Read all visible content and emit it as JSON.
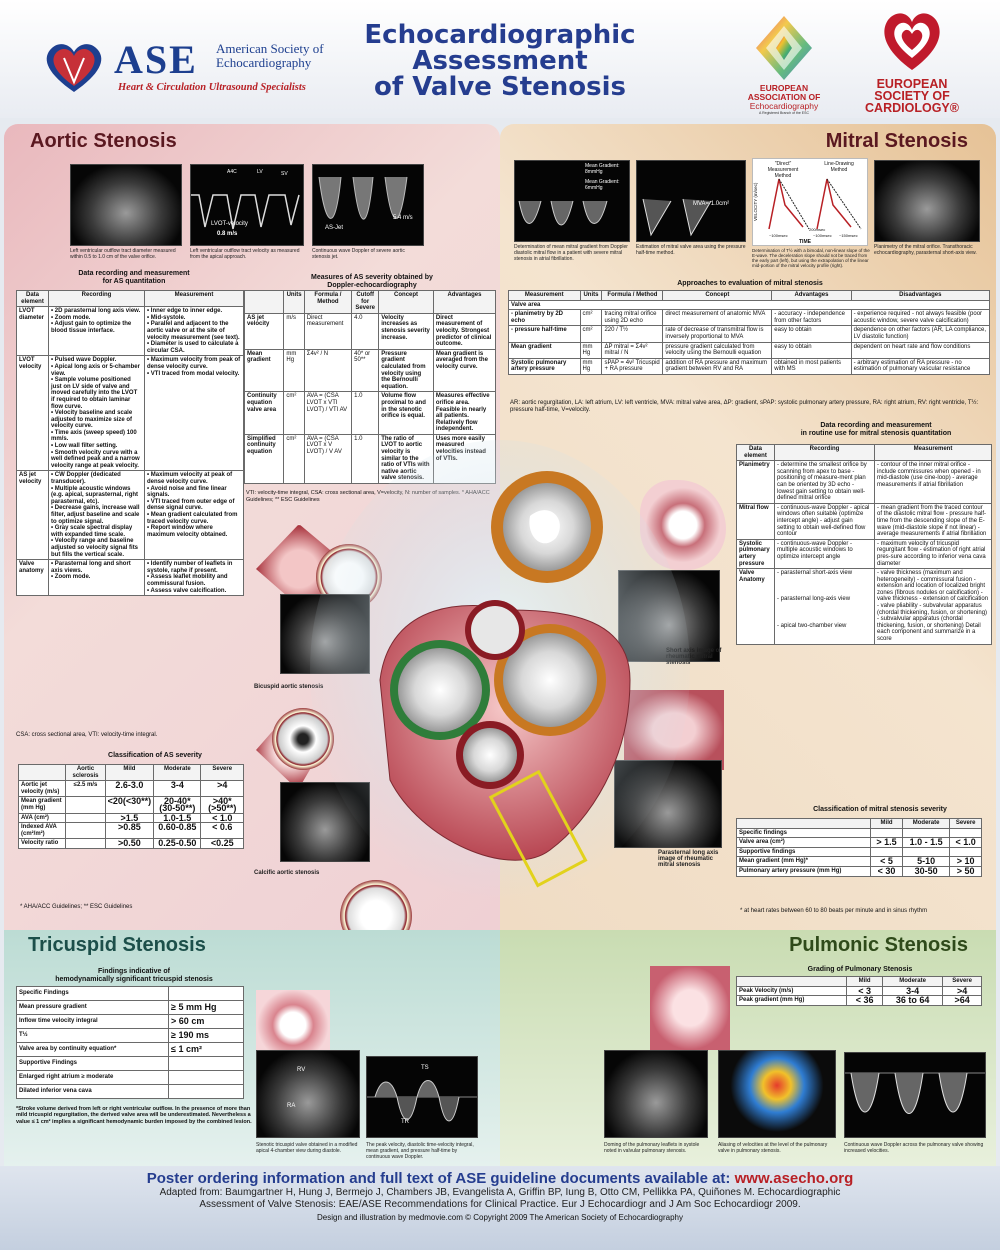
{
  "header": {
    "ase_abbrev": "ASE",
    "ase_name_l1": "American Society of",
    "ase_name_l2": "Echocardiography",
    "ase_tagline": "Heart & Circulation Ultrasound Specialists",
    "title_l1": "Echocardiographic",
    "title_l2": "Assessment",
    "title_l3": "of Valve Stenosis",
    "eae_l1": "EUROPEAN",
    "eae_l2": "ASSOCIATION OF",
    "eae_l3": "Echocardiography",
    "eae_sub": "A Registered Branch of the ESC",
    "esc_l1": "EUROPEAN",
    "esc_l2": "SOCIETY OF",
    "esc_l3": "CARDIOLOGY®",
    "colors": {
      "ase_blue": "#1d3f8f",
      "ase_red": "#b82025",
      "title": "#253d8f"
    }
  },
  "aortic": {
    "title": "Aortic Stenosis",
    "img_labels": {
      "a4c": "A4C",
      "lv": "LV",
      "sv": "SV",
      "lvot_vel": "LVOT-velocity",
      "lvot_val": "0.8 m/s",
      "as_jet": "AS-Jet",
      "jet_val": "5.4 m/s"
    },
    "captions": [
      "Left ventricular outflow tract diameter measured within 0.5 to 1.0 cm of the valve orifice.",
      "Left ventricular outflow tract velocity as measured from the apical approach.",
      "Continuous wave Doppler of severe aortic stenosis jet."
    ],
    "rec_title_l1": "Data recording and measurement",
    "rec_title_l2": "for AS quantitation",
    "rec_head": [
      "Data element",
      "Recording",
      "Measurement"
    ],
    "rec_rows": [
      {
        "el": "LVOT diameter",
        "rec": [
          "2D parasternal long axis view.",
          "Zoom mode.",
          "Adjust gain to optimize the blood tissue interface."
        ],
        "meas": [
          "Inner edge to inner edge.",
          "Mid-systole.",
          "Parallel and adjacent to the aortic valve or at the site of velocity measurement (see text).",
          "Diameter is used to calculate a circular CSA."
        ]
      },
      {
        "el": "LVOT velocity",
        "rec": [
          "Pulsed wave Doppler.",
          "Apical long axis or 5-chamber view.",
          "Sample volume positioned just on LV side of valve and moved carefully into the LVOT if required to obtain laminar flow curve.",
          "Velocity baseline and scale adjusted to maximize size of velocity curve.",
          "Time axis (sweep speed) 100 mm/s.",
          "Low wall filter setting.",
          "Smooth velocity curve with a well defined peak and a narrow velocity range at peak velocity."
        ],
        "meas": [
          "Maximum velocity from peak of dense velocity curve.",
          "VTI traced from modal velocity."
        ]
      },
      {
        "el": "AS jet velocity",
        "rec": [
          "CW Doppler (dedicated transducer).",
          "Multiple acoustic windows (e.g. apical, suprasternal, right parasternal, etc).",
          "Decrease gains, increase wall filter, adjust baseline and scale to optimize signal.",
          "Gray scale spectral display with expanded time scale.",
          "Velocity range and baseline adjusted so velocity signal fits but fills the vertical scale."
        ],
        "meas": [
          "Maximum velocity at peak of dense velocity curve.",
          "Avoid noise and fine linear signals.",
          "VTI traced from outer edge of dense signal curve.",
          "Mean gradient calculated from traced velocity curve.",
          "Report window where maximum velocity obtained."
        ]
      },
      {
        "el": "Valve anatomy",
        "rec": [
          "Parasternal long and short axis views.",
          "Zoom mode."
        ],
        "meas": [
          "Identify number of leaflets in systole, raphe if present.",
          "Assess leaflet mobility and commissural fusion.",
          "Assess valve calcification."
        ]
      }
    ],
    "rec_note": "CSA: cross sectional area, VTI: velocity-time integral.",
    "sev_meas_title_l1": "Measures of AS severity obtained by",
    "sev_meas_title_l2": "Doppler-echocardiography",
    "meas_head": [
      "",
      "Units",
      "Formula / Method",
      "Cutoff for Severe",
      "Concept",
      "Advantages"
    ],
    "meas_rows": [
      [
        "AS jet velocity",
        "m/s",
        "Direct measurement",
        "4.0",
        "Velocity increases as stenosis severity increase.",
        "Direct measurement of velocity. Strongest predictor of clinical outcome."
      ],
      [
        "Mean gradient",
        "mm Hg",
        "Σ4v² / N",
        "40* or 50**",
        "Pressure gradient calculated from velocity using the Bernoulli equation.",
        "Mean gradient is averaged from the velocity curve."
      ],
      [
        "Continuity equation valve area",
        "cm²",
        "AVA = (CSA LVOT x VTI LVOT) / VTI AV",
        "1.0",
        "Volume flow proximal to and in the stenotic orifice is equal.",
        "Measures effective orifice area. Feasible in nearly all patients. Relatively flow independent."
      ],
      [
        "Simplified continuity equation",
        "cm²",
        "AVA = (CSA LVOT x V LVOT) / V AV",
        "1.0",
        "The ratio of LVOT to aortic velocity is similar to the ratio of VTIs with native aortic valve stenosis.",
        "Uses more easily measured velocities instead of VTIs."
      ]
    ],
    "meas_note": "VTI: velocity-time integral, CSA: cross sectional area, V=velocity, N: number of samples. * AHA/ACC Guidelines; ** ESC Guidelines",
    "class_title": "Classification of AS severity",
    "class_head": [
      "",
      "Aortic sclerosis",
      "Mild",
      "Moderate",
      "Severe"
    ],
    "class_rows": [
      [
        "Aortic jet velocity (m/s)",
        "≤2.5 m/s",
        "2.6-3.0",
        "3-4",
        ">4"
      ],
      [
        "Mean gradient (mm Hg)",
        "",
        "<20(<30**)",
        "20-40*(30-50**)",
        ">40* (>50**)"
      ],
      [
        "AVA (cm²)",
        "",
        ">1.5",
        "1.0-1.5",
        "< 1.0"
      ],
      [
        "Indexed AVA (cm²/m²)",
        "",
        ">0.85",
        "0.60-0.85",
        "< 0.6"
      ],
      [
        "Velocity ratio",
        "",
        ">0.50",
        "0.25-0.50",
        "<0.25"
      ]
    ],
    "class_note": "* AHA/ACC Guidelines; ** ESC Guidelines",
    "bicuspid_label": "Bicuspid aortic stenosis",
    "calcific_label": "Calcific aortic stenosis"
  },
  "mitral": {
    "title": "Mitral Stenosis",
    "img_labels": {
      "mean_grad1": "Mean Gradient: 8mmHg",
      "mean_grad2": "Mean Gradient: 6mmHg",
      "mva": "MVA= 1.0cm²",
      "direct": "\"Direct\" Measurement Method",
      "line": "Line-Drawing Method",
      "vel_axis": "VELOCITY (m/sec)",
      "time_axis": "TIME",
      "t1": "~100msec",
      "t2": "200msec",
      "t3": "~100msec",
      "t4": "~150msec"
    },
    "captions": [
      "Determination of mean mitral gradient from Doppler diastolic mitral flow in a patient with severe mitral stenosis in atrial fibrillation.",
      "Estimation of mitral valve area using the pressure half-time method.",
      "Determination of T½ with a bimodal, non-linear slope of the E-wave. The deceleration slope should not be traced from the early part (left), but using the extrapolation of the linear mid-portion of the mitral velocity profile (right).",
      "Planimetry of the mitral orifice. Transthoracic echocardiography, parasternal short-axis view."
    ],
    "appr_title": "Approaches to evaluation of mitral stenosis",
    "appr_head": [
      "Measurement",
      "Units",
      "Formula / Method",
      "Concept",
      "Advantages",
      "Disadvantages"
    ],
    "appr_section": "Valve area",
    "appr_rows": [
      [
        "- planimetry by 2D echo",
        "cm²",
        "tracing mitral orifice using 2D echo",
        "direct measurement of anatomic MVA",
        "- accuracy - independence from other factors",
        "- experience required - not always feasible (poor acoustic window, severe valve calcification)"
      ],
      [
        "- pressure half-time",
        "cm²",
        "220 / T½",
        "rate of decrease of transmitral flow is inversely proportional to MVA",
        "easy to obtain",
        "dependence on other factors (AR, LA compliance, LV diastolic function)"
      ],
      [
        "Mean gradient",
        "mm Hg",
        "ΔP mitral = Σ4v² mitral / N",
        "pressure gradient calculated from velocity using the Bernoulli equation",
        "easy to obtain",
        "dependent on heart rate and flow conditions"
      ],
      [
        "Systolic pulmonary artery pressure",
        "mm Hg",
        "sPAP = 4v² Tricuspid + RA pressure",
        "addition of RA pressure and maximum gradient between RV and RA",
        "obtained in most patients with MS",
        "- arbitrary estimation of RA pressure - no estimation of pulmonary vascular resistance"
      ]
    ],
    "appr_note": "AR: aortic regurgitation, LA: left atrium, LV: left ventricle, MVA: mitral valve area, ΔP: gradient, sPAP: systolic pulmonary artery pressure, RA: right atrium, RV: right ventricle, T½: pressure half-time, V=velocity.",
    "rec_title_l1": "Data recording and measurement",
    "rec_title_l2": "in routine use for mitral stenosis quantitation",
    "rec_head": [
      "Data element",
      "Recording",
      "Measurement"
    ],
    "rec_rows": [
      {
        "el": "Planimetry",
        "rec": "- determine the smallest orifice by scanning from apex to base - positioning of measure-ment plan can be oriented by 3D echo - lowest gain setting to obtain well-defined mitral orifice",
        "meas": "- contour of the inner mitral orifice - include commissures when opened - in mid-diastole (use cine-loop) - average measurements if atrial fibrillation"
      },
      {
        "el": "Mitral flow",
        "rec": "- continuous-wave Doppler - apical windows often suitable (optimize intercept angle) - adjust gain setting to obtain well-defined flow contour",
        "meas": "- mean gradient from the traced contour of the diastolic mitral flow - pressure half-time from the descending slope of the E-wave (mid-diastole slope if not linear) - average measurements if atrial fibrillation"
      },
      {
        "el": "Systolic pulmonary artery pressure",
        "rec": "- continuous-wave Doppler - multiple acoustic windows to optimize intercept angle",
        "meas": "- maximum velocity of tricuspid regurgitant flow - estimation of right atrial pres-sure according to inferior vena cava diameter"
      },
      {
        "el": "Valve Anatomy",
        "rec": "- parasternal short-axis view\n\n\n\n- parasternal long-axis view\n\n\n\n- apical two-chamber view",
        "meas": "- valve thickness (maximum and heterogeneity) - commissural fusion - extension and location of localized bright zones (fibrous nodules or calcification) - valve thickness - extension of calcification - valve pliability - subvalvular apparatus (chordal thickening, fusion, or shortening) - subvalvular apparatus (chordal thickening, fusion, or shortening) Detail each component and summarize in a score"
      }
    ],
    "class_title": "Classification of mitral stenosis severity",
    "class_head": [
      "",
      "Mild",
      "Moderate",
      "Severe"
    ],
    "class_rows": [
      [
        "Specific findings",
        "",
        "",
        ""
      ],
      [
        "Valve area (cm²)",
        "> 1.5",
        "1.0 - 1.5",
        "< 1.0"
      ],
      [
        "Supportive findings",
        "",
        "",
        ""
      ],
      [
        "Mean gradient (mm Hg)*",
        "< 5",
        "5-10",
        "> 10"
      ],
      [
        "Pulmonary artery pressure (mm Hg)",
        "< 30",
        "30-50",
        "> 50"
      ]
    ],
    "class_note": "* at heart rates between 60 to 80 beats per minute and in sinus rhythm",
    "short_axis_label": "Short axis image of rheumatic mitral stenosis",
    "parasternal_label": "Parasternal long axis image of rheumatic mitral stenosis"
  },
  "tricuspid": {
    "title": "Tricuspid Stenosis",
    "find_title_l1": "Findings indicative of",
    "find_title_l2": "hemodynamically significant tricuspid stenosis",
    "rows": [
      [
        "Specific Findings",
        ""
      ],
      [
        "Mean pressure gradient",
        "≥ 5 mm Hg"
      ],
      [
        "Inflow time velocity integral",
        "> 60 cm"
      ],
      [
        "T½",
        "≥ 190 ms"
      ],
      [
        "Valve area by continuity equation*",
        "≤ 1 cm²"
      ],
      [
        "Supportive Findings",
        ""
      ],
      [
        "Enlarged right atrium ≥ moderate",
        ""
      ],
      [
        "Dilated inferior vena cava",
        ""
      ]
    ],
    "note": "*Stroke volume derived from left or right ventricular outflow. In the presence of more than mild tricuspid regurgitation, the derived valve area will be underestimated. Nevertheless a value ≤ 1 cm² implies a significant hemodynamic burden imposed by the combined lesion.",
    "img_labels": {
      "rv": "RV",
      "ra": "RA",
      "ts": "TS",
      "tr": "TR"
    },
    "captions": [
      "Stenotic tricuspid valve obtained in a modified apical 4-chamber view during diastole.",
      "The peak velocity, diastolic time-velocity integral, mean gradient, and pressure half-time by continuous wave Doppler."
    ]
  },
  "pulmonic": {
    "title": "Pulmonic Stenosis",
    "grade_title": "Grading of Pulmonary Stenosis",
    "head": [
      "",
      "Mild",
      "Moderate",
      "Severe"
    ],
    "rows": [
      [
        "Peak Velocity (m/s)",
        "< 3",
        "3-4",
        ">4"
      ],
      [
        "Peak gradient (mm Hg)",
        "< 36",
        "36 to 64",
        ">64"
      ]
    ],
    "captions": [
      "Doming of the pulmonary leaflets in systole noted in valvular pulmonary stenosis.",
      "Aliasing of velocities at the level of the pulmonary valve in pulmonary stenosis.",
      "Continuous wave Doppler across the pulmonary valve showing increased velocities."
    ]
  },
  "footer": {
    "order_text": "Poster ordering information and full text of ASE guideline documents available at:",
    "url": "www.asecho.org",
    "adapted_l1": "Adapted from: Baumgartner H, Hung J, Bermejo J, Chambers JB, Evangelista A, Griffin BP, Iung B, Otto CM, Pellikka PA, Quiñones M. Echocardiographic",
    "adapted_l2": "Assessment of Valve Stenosis: EAE/ASE Recommendations for Clinical Practice. Eur J Echocardiogr and J Am Soc Echocardiogr 2009.",
    "credit": "Design and illustration by medmovie.com      © Copyright 2009  The American Society of Echocardiography"
  }
}
